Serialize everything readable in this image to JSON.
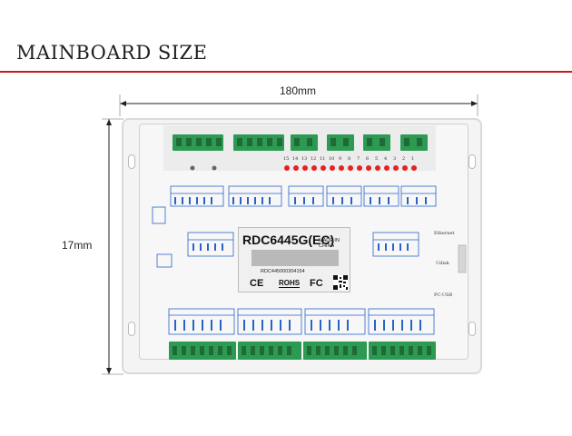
{
  "heading": "MAINBOARD SIZE",
  "dimensions": {
    "width": "180mm",
    "height": "17mm"
  },
  "board_label": {
    "model": "RDC6445G(EC)",
    "origin": "MADE IN CHINA",
    "serial": "RDC445000304154",
    "marks": {
      "ce": "CE",
      "rohs": "ROHS",
      "fc": "FC"
    }
  },
  "side_labels": {
    "ethernet": "Ethernet",
    "udisk": "Udisk",
    "pc_usb": "PC-USB"
  },
  "led_numbers": [
    "15",
    "14",
    "13",
    "12",
    "11",
    "10",
    "9",
    "8",
    "7",
    "6",
    "5",
    "4",
    "3",
    "2",
    "1"
  ],
  "colors": {
    "accent_red": "#cc1a1a",
    "connector_green": "#2d9a52",
    "label_blue": "#2a62c9",
    "led_red": "#e32222"
  }
}
